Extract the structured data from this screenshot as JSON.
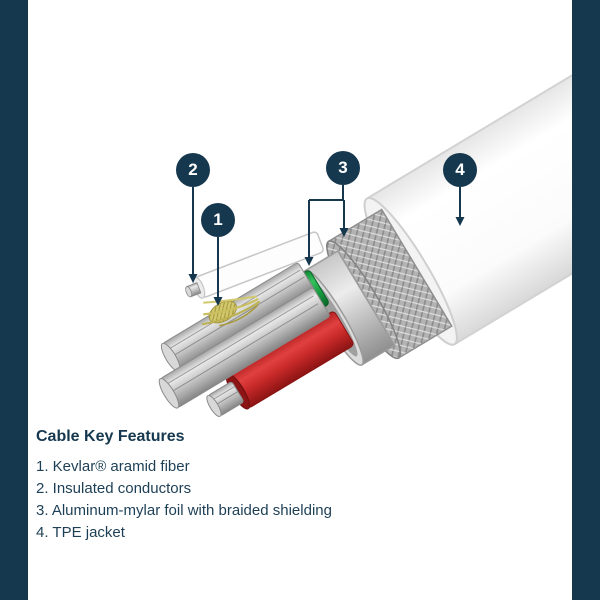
{
  "brand": {
    "navy": "#16384f",
    "background": "#ffffff"
  },
  "callouts": [
    {
      "number": "2"
    },
    {
      "number": "1"
    },
    {
      "number": "3"
    },
    {
      "number": "4"
    }
  ],
  "key_features": {
    "title": "Cable Key Features",
    "items": [
      "1. Kevlar® aramid fiber",
      "2. Insulated conductors",
      "3. Aluminum-mylar foil with braided shielding",
      "4. TPE jacket"
    ]
  }
}
